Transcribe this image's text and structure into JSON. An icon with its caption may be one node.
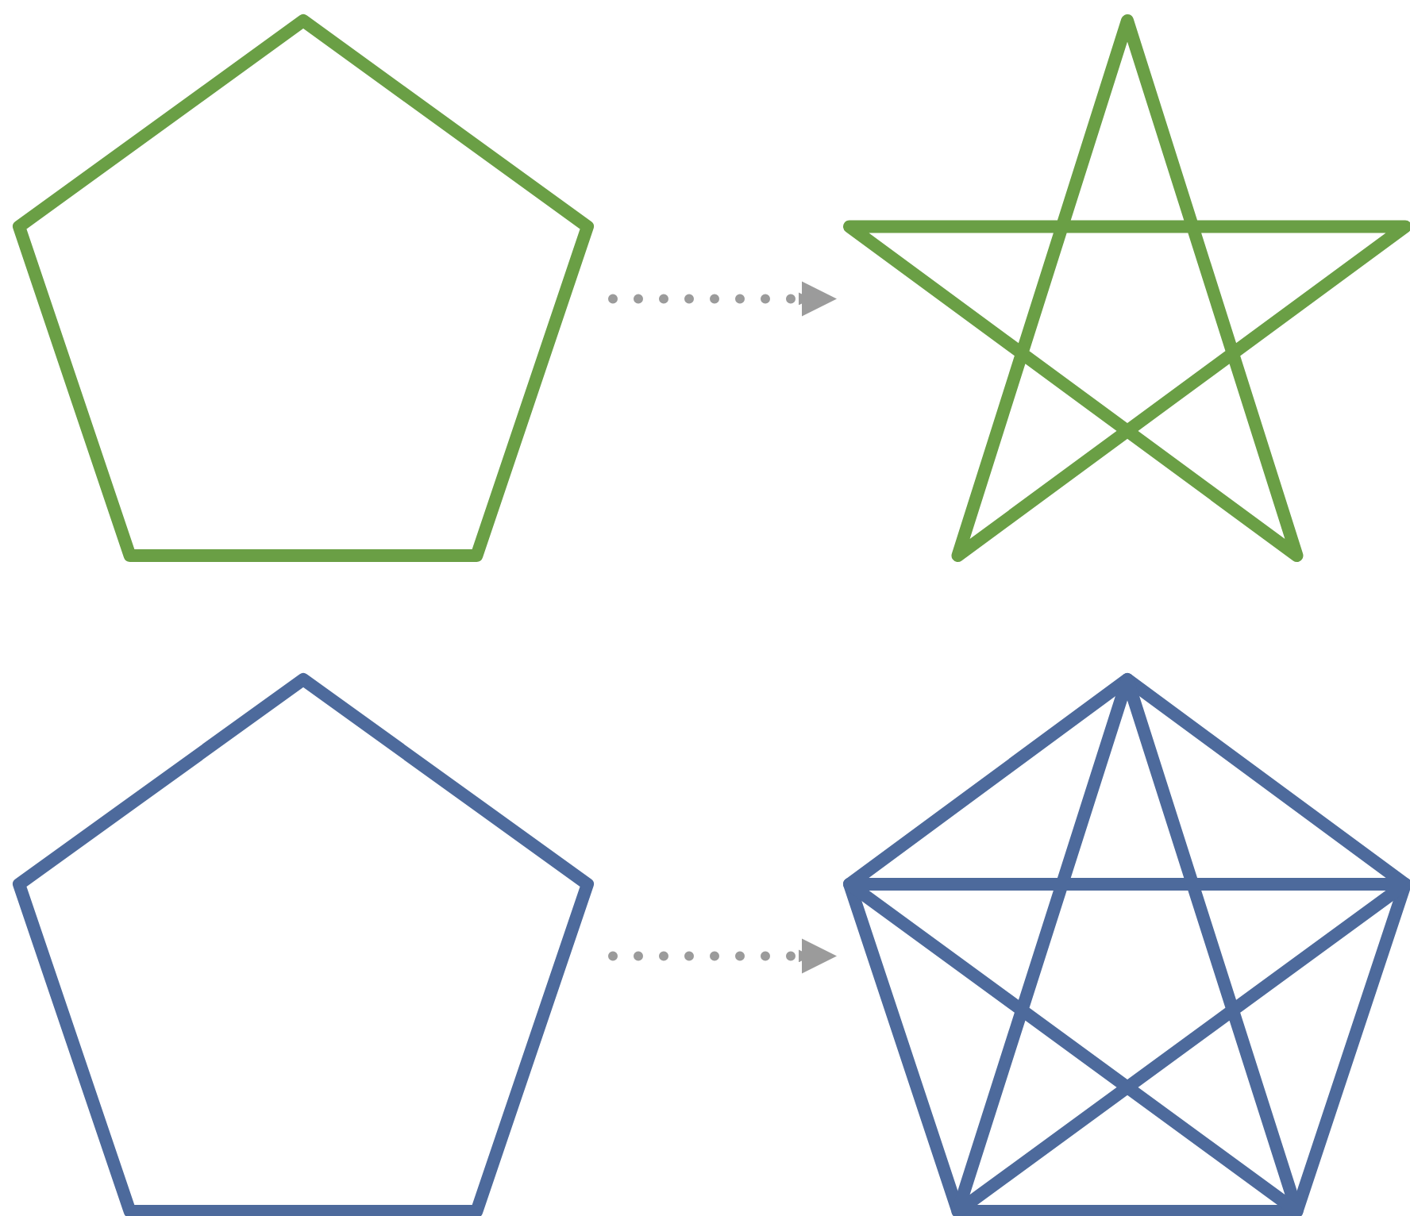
{
  "diagram": {
    "nodes": [
      {
        "text": [],
        "shape": "pentagon"
      },
      {
        "text": [],
        "shape": "star"
      },
      {
        "text": [],
        "shape": "pentagon"
      },
      {
        "text": [],
        "shape": "pentagram"
      }
    ],
    "edges": [
      {
        "from": 0,
        "to": 1,
        "arrow": "to",
        "style": "dashed"
      },
      {
        "from": 2,
        "to": 3,
        "arrow": "to",
        "style": "dashed"
      }
    ]
  }
}
